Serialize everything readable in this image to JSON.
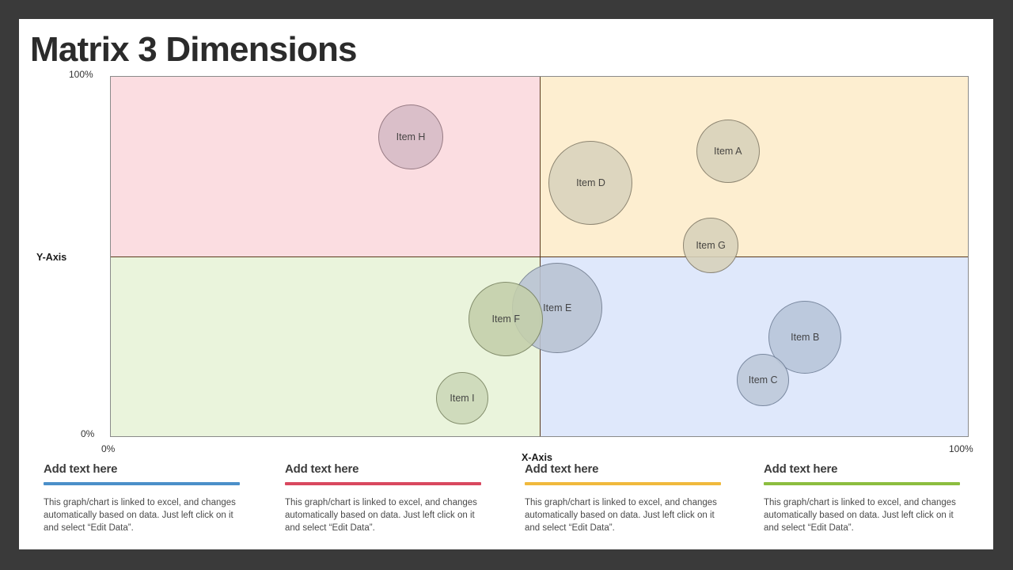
{
  "slide": {
    "title": "Matrix 3 Dimensions",
    "background": "#3a3a3a",
    "surface": "#ffffff"
  },
  "chart_data": {
    "type": "scatter",
    "title": "Matrix 3 Dimensions",
    "xlabel": "X-Axis",
    "ylabel": "Y-Axis",
    "xlim": [
      0,
      100
    ],
    "ylim": [
      0,
      100
    ],
    "xticks": [
      "0%",
      "100%"
    ],
    "yticks": [
      "0%",
      "100%"
    ],
    "grid": false,
    "legend": "none",
    "quadrants": [
      {
        "name": "top-left",
        "color": "#fbdde1"
      },
      {
        "name": "top-right",
        "color": "#fdeed0"
      },
      {
        "name": "bottom-left",
        "color": "#eaf4dc"
      },
      {
        "name": "bottom-right",
        "color": "#dfe8fb"
      }
    ],
    "axis_line_color": "#5a3b1e",
    "points": [
      {
        "label": "Item A",
        "x": 72.0,
        "y": 79.4,
        "size": 40,
        "color": "#d8d2bb",
        "stroke": "#7e7765"
      },
      {
        "label": "Item B",
        "x": 81.0,
        "y": 27.6,
        "size": 46,
        "color": "#b8c5d9",
        "stroke": "#6d7c94"
      },
      {
        "label": "Item C",
        "x": 76.1,
        "y": 15.6,
        "size": 33,
        "color": "#bdc9da",
        "stroke": "#6d7c94"
      },
      {
        "label": "Item D",
        "x": 56.0,
        "y": 70.4,
        "size": 53,
        "color": "#d9d3bd",
        "stroke": "#7e7765"
      },
      {
        "label": "Item E",
        "x": 52.1,
        "y": 35.7,
        "size": 57,
        "color": "#b9c3d3",
        "stroke": "#6f7a8c"
      },
      {
        "label": "Item F",
        "x": 46.1,
        "y": 32.7,
        "size": 47,
        "color": "#c4cfab",
        "stroke": "#76805e"
      },
      {
        "label": "Item H",
        "x": 35.0,
        "y": 83.3,
        "size": 41,
        "color": "#d6bcc6",
        "stroke": "#8a6e78"
      },
      {
        "label": "Item G",
        "x": 70.0,
        "y": 53.1,
        "size": 35,
        "color": "#d8d2bb",
        "stroke": "#7e7765"
      },
      {
        "label": "Item I",
        "x": 41.0,
        "y": 10.5,
        "size": 33,
        "color": "#ccd8b8",
        "stroke": "#76805e"
      }
    ]
  },
  "footer": {
    "columns": [
      {
        "title": "Add text here",
        "accent": "#4b8fc9",
        "body": "This graph/chart is linked to excel, and changes automatically based on data. Just left click on it and select “Edit Data”."
      },
      {
        "title": "Add text here",
        "accent": "#d9485f",
        "body": "This graph/chart is linked to excel, and changes automatically based on data. Just left click on it and select “Edit Data”."
      },
      {
        "title": "Add text here",
        "accent": "#f0b93c",
        "body": "This graph/chart is linked to excel, and changes automatically based on data. Just left click on it and select “Edit Data”."
      },
      {
        "title": "Add text here",
        "accent": "#8cbd3f",
        "body": "This graph/chart is linked to excel, and changes automatically based on data. Just left click on it and select “Edit Data”."
      }
    ]
  }
}
